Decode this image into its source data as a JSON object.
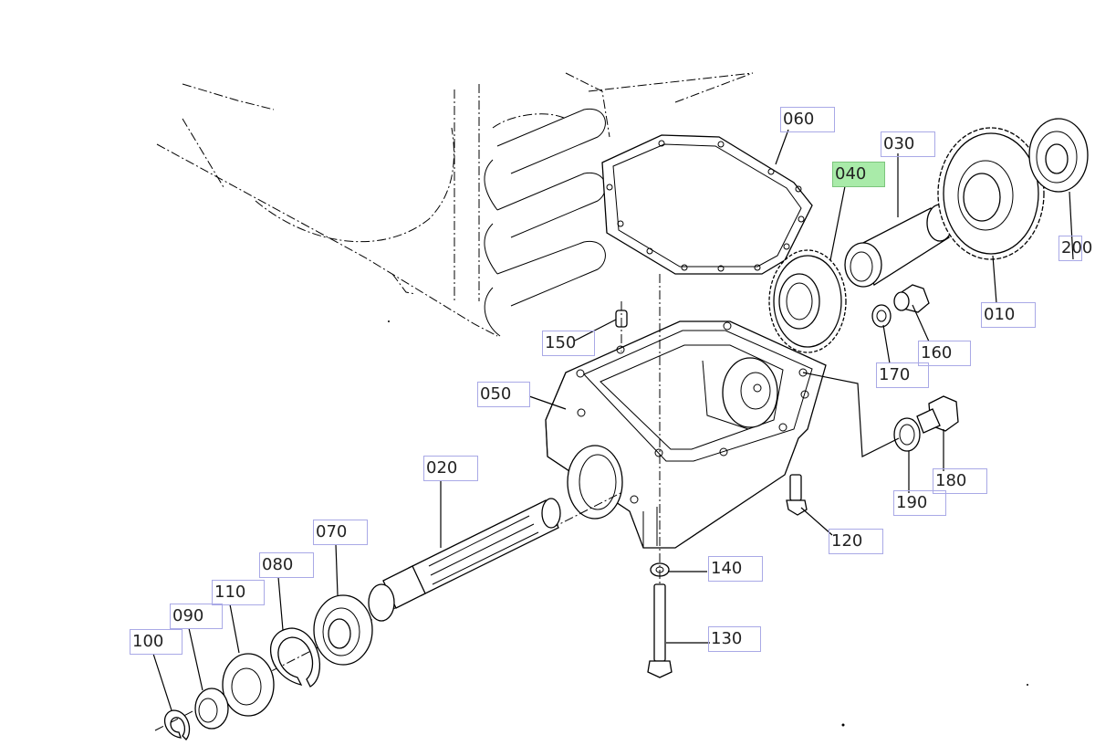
{
  "diagram": {
    "highlighted_part": "040",
    "callouts": [
      {
        "id": "060",
        "label": "060"
      },
      {
        "id": "030",
        "label": "030"
      },
      {
        "id": "040",
        "label": "040",
        "highlighted": true
      },
      {
        "id": "200",
        "label": "200"
      },
      {
        "id": "010",
        "label": "010"
      },
      {
        "id": "150",
        "label": "150"
      },
      {
        "id": "160",
        "label": "160"
      },
      {
        "id": "170",
        "label": "170"
      },
      {
        "id": "050",
        "label": "050"
      },
      {
        "id": "180",
        "label": "180"
      },
      {
        "id": "020",
        "label": "020"
      },
      {
        "id": "190",
        "label": "190"
      },
      {
        "id": "120",
        "label": "120"
      },
      {
        "id": "070",
        "label": "070"
      },
      {
        "id": "080",
        "label": "080"
      },
      {
        "id": "140",
        "label": "140"
      },
      {
        "id": "110",
        "label": "110"
      },
      {
        "id": "090",
        "label": "090"
      },
      {
        "id": "100",
        "label": "100"
      },
      {
        "id": "130",
        "label": "130"
      }
    ]
  },
  "colors": {
    "callout_border": "#a9a9e6",
    "highlight_fill": "#a9eba9",
    "line": "#000000",
    "background": "#ffffff"
  }
}
